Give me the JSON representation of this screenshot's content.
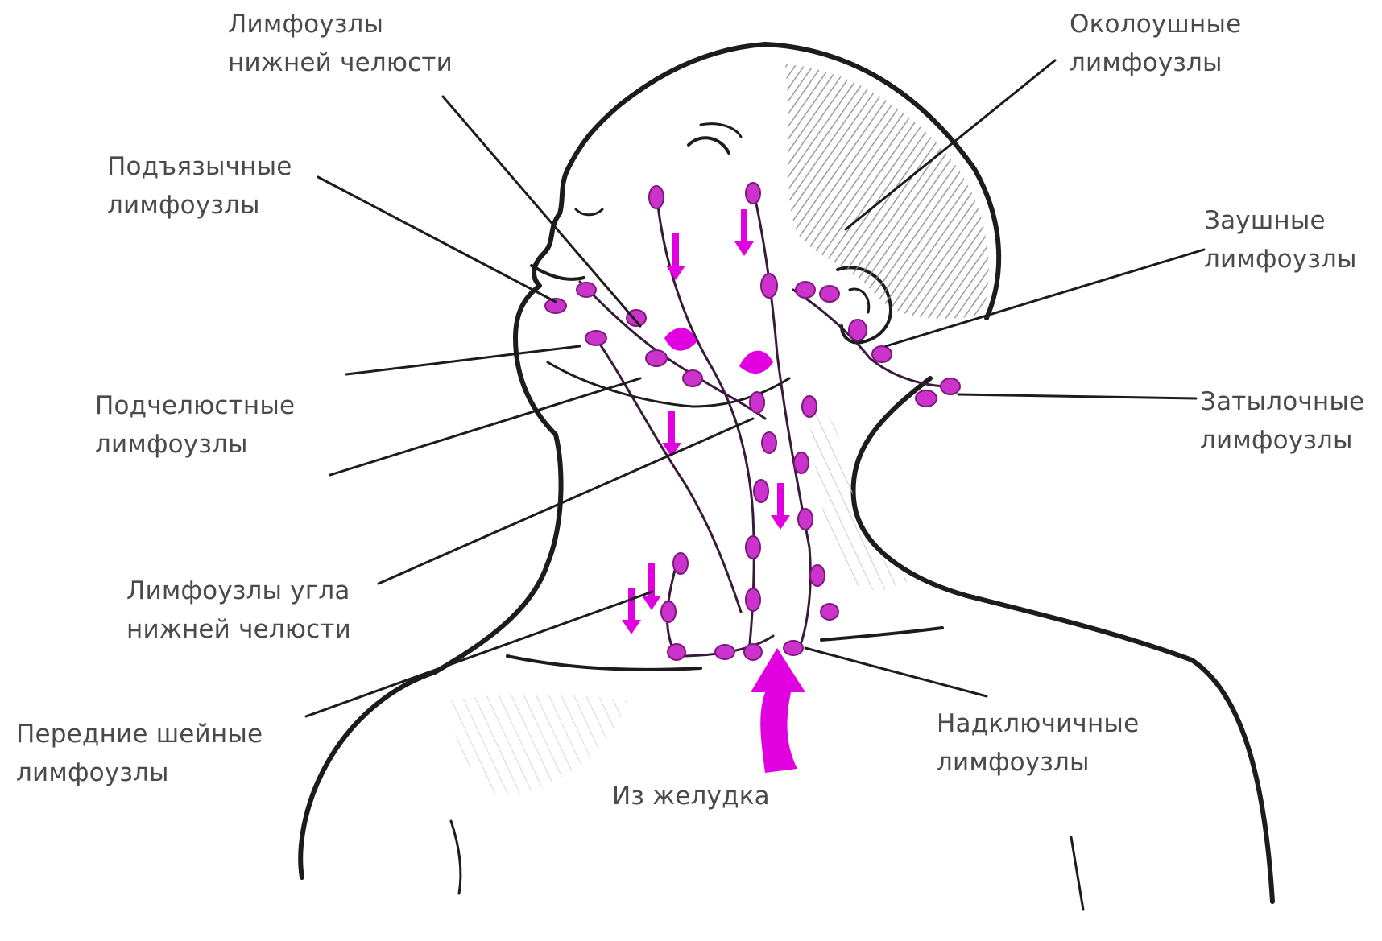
{
  "colors": {
    "ink": "#1c1c1c",
    "label_text": "#4a4a4a",
    "lymph_node": "#cc33cc",
    "lymph_arrow": "#e000e0",
    "hair_shade": "#9a9a9a",
    "skin_shade": "#d4d4d4"
  },
  "labels": {
    "mandibular": [
      "Лимфоузлы",
      "нижней челюсти"
    ],
    "parotid": [
      "Околоушные",
      "лимфоузлы"
    ],
    "sublingual": [
      "Подъязычные",
      "лимфоузлы"
    ],
    "retroauricular": [
      "Заушные",
      "лимфоузлы"
    ],
    "submandibular": [
      "Подчелюстные",
      "лимфоузлы"
    ],
    "occipital": [
      "Затылочные",
      "лимфоузлы"
    ],
    "jaw_angle": [
      "Лимфоузлы угла",
      "нижней челюсти"
    ],
    "anterior_cervical": [
      "Передние шейные",
      "лимфоузлы"
    ],
    "supraclavicular": [
      "Надключичные",
      "лимфоузлы"
    ],
    "from_stomach": "Из желудка"
  }
}
